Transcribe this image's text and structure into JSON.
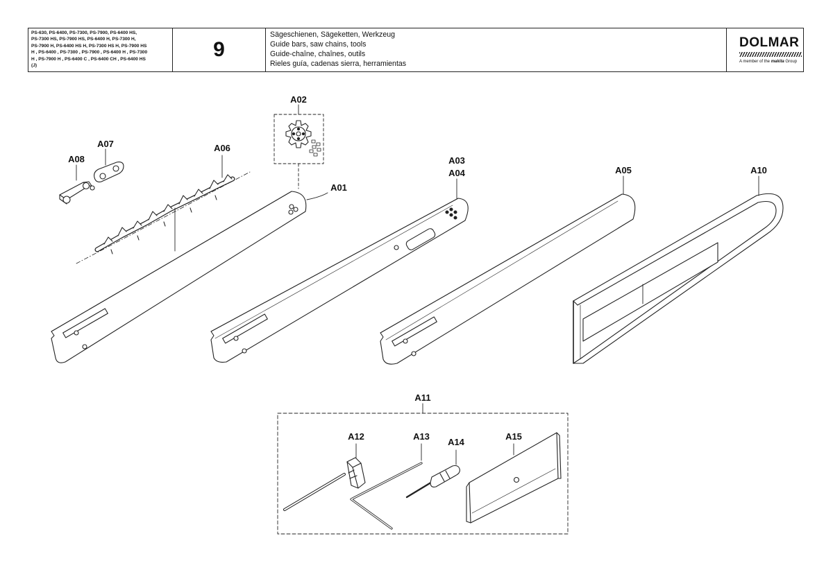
{
  "header": {
    "models_lines": [
      "PS-630, PS-6400, PS-7300, PS-7900, PS-6400 HS,",
      "PS-7300 HS, PS-7900 HS, PS-6400 H, PS-7300 H,",
      "PS-7900 H, PS-6400 HS H, PS-7300 HS H, PS-7900 HS",
      "H , PS-6400 , PS-7300 , PS-7900 , PS-6400 H , PS-7300",
      "H , PS-7900 H , PS-6400 C , PS-6400 CH , PS-6400 HS",
      "(J)"
    ],
    "page_number": "9",
    "title_lines": [
      "Sägeschienen, Sägeketten, Werkzeug",
      "Guide bars, saw chains, tools",
      "Guide-chaîne, chaînes, outils",
      "Rieles guía, cadenas sierra, herramientas"
    ],
    "brand": "DOLMAR",
    "member_prefix": "A member of the",
    "member_brand": "makita",
    "member_suffix": "Group"
  },
  "labels": {
    "a01": "A01",
    "a02": "A02",
    "a03": "A03",
    "a04": "A04",
    "a05": "A05",
    "a06": "A06",
    "a07": "A07",
    "a08": "A08",
    "a10": "A10",
    "a11": "A11",
    "a12": "A12",
    "a13": "A13",
    "a14": "A14",
    "a15": "A15"
  },
  "colors": {
    "line": "#222222",
    "background": "#ffffff"
  }
}
